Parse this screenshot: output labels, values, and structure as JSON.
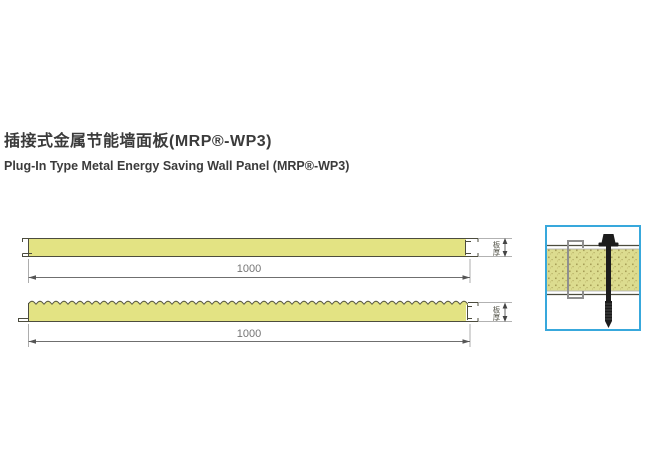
{
  "header": {
    "title_zh": "插接式金属节能墙面板(MRP®-WP3)",
    "title_en": "Plug-In Type Metal Energy Saving Wall Panel (MRP®-WP3)"
  },
  "panels": {
    "top": {
      "width_dim": "1000",
      "thickness_label": "板厚"
    },
    "bottom": {
      "width_dim": "1000",
      "thickness_label": "板厚"
    }
  },
  "colors": {
    "panel_fill": "#e3e383",
    "outline": "#4c4c3e",
    "dimension_line": "#6f6f6f",
    "detail_border": "#38a8dc",
    "screw_black": "#1c1c1c",
    "steel_gray": "#8f8f8f"
  }
}
